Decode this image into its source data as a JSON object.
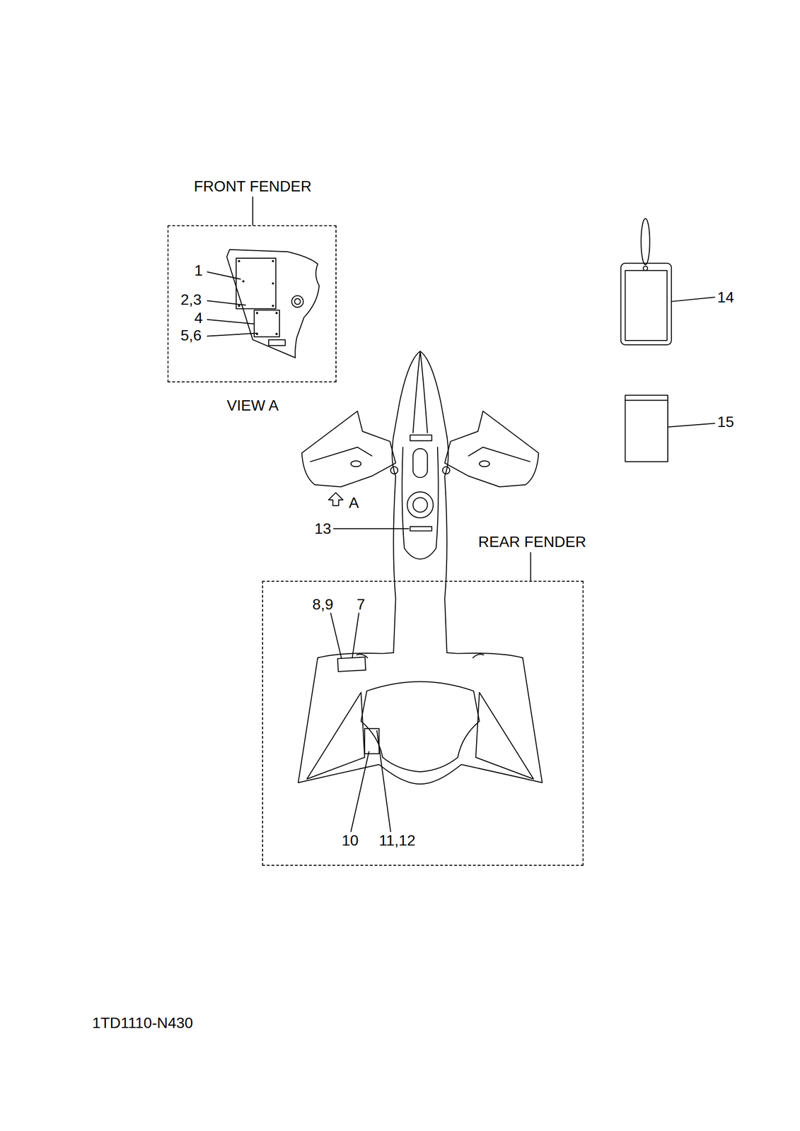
{
  "diagram": {
    "nodes": [
      {
        "text": [
          "FRONT FENDER"
        ]
      },
      {
        "text": [
          "REAR FENDER"
        ]
      }
    ],
    "labels": [
      "1",
      "2,3",
      "4",
      "5,6",
      "VIEW A",
      "14",
      "15",
      "A",
      "13",
      "8,9",
      "7",
      "10",
      "11,12",
      "1TD1110-N430"
    ]
  }
}
